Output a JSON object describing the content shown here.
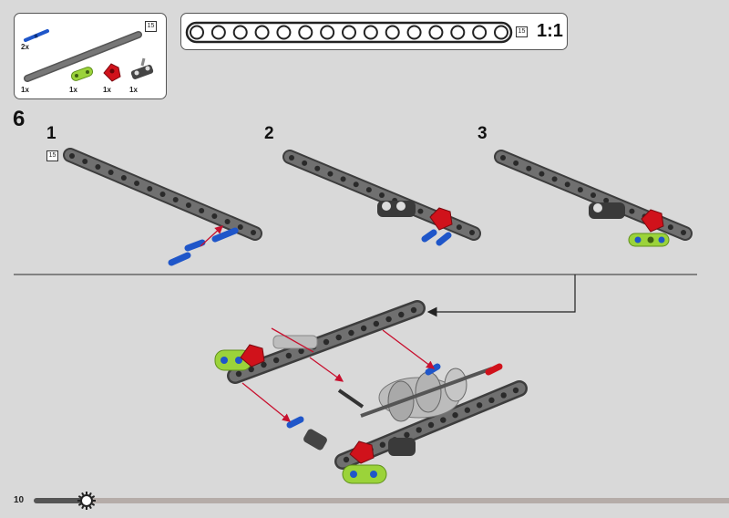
{
  "parts_list": {
    "items": [
      {
        "name": "blue-pin",
        "qty": "2x"
      },
      {
        "name": "gray-beam-15",
        "qty": "1x"
      },
      {
        "name": "lime-connector",
        "qty": "1x"
      },
      {
        "name": "red-connector",
        "qty": "1x"
      },
      {
        "name": "gray-pin-connector",
        "qty": "1x"
      }
    ],
    "beam_length_label": "15"
  },
  "scale_panel": {
    "length_label": "15",
    "scale_label": "1:1"
  },
  "step": {
    "number": "6",
    "substeps": [
      {
        "number": "1",
        "length_label": "15"
      },
      {
        "number": "2"
      },
      {
        "number": "3"
      }
    ]
  },
  "footer": {
    "page_number": "10"
  },
  "colors": {
    "background": "#d9d9d9",
    "beam_gray": "#6b6b6b",
    "pin_blue": "#1f56c9",
    "red_part": "#d0121b",
    "lime_part": "#9bd33a",
    "arrow_red": "#c8102e"
  }
}
